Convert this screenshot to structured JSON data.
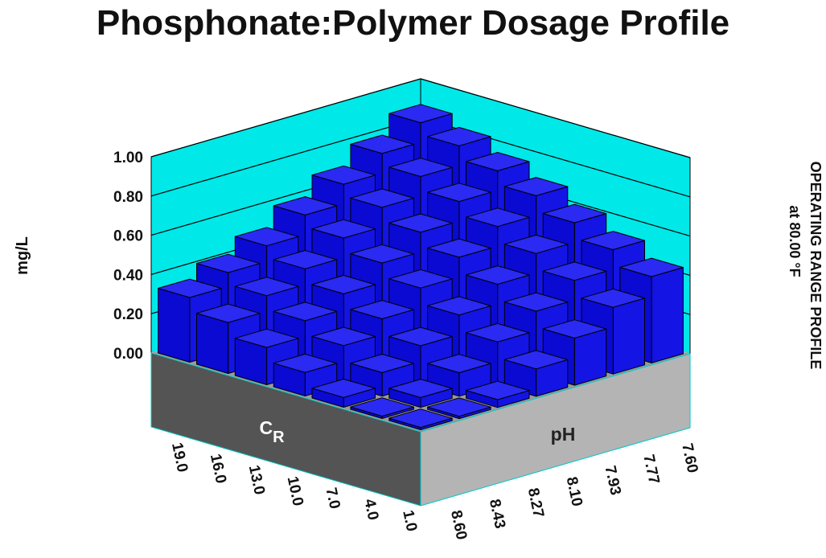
{
  "chart_data": {
    "type": "bar3d",
    "title": "Phosphonate:Polymer Dosage Profile",
    "zlabel": "mg/L",
    "side_label": [
      "OPERATING RANGE PROFILE",
      "at 80.00 °F"
    ],
    "axis_x_name": "C",
    "axis_x_subscript": "R",
    "axis_y_name": "pH",
    "zlim": [
      0,
      1.0
    ],
    "z_ticks": [
      "0.00",
      "0.20",
      "0.40",
      "0.60",
      "0.80",
      "1.00"
    ],
    "cr_ticks": [
      "19.0",
      "16.0",
      "13.0",
      "10.0",
      "7.0",
      "4.0",
      "1.0"
    ],
    "ph_ticks": [
      "8.60",
      "8.43",
      "8.27",
      "8.10",
      "7.93",
      "7.77",
      "7.60"
    ],
    "values": [
      [
        0.33,
        0.4,
        0.48,
        0.58,
        0.68,
        0.78,
        0.88
      ],
      [
        0.26,
        0.34,
        0.42,
        0.52,
        0.62,
        0.72,
        0.82
      ],
      [
        0.19,
        0.27,
        0.35,
        0.45,
        0.55,
        0.65,
        0.75
      ],
      [
        0.12,
        0.2,
        0.28,
        0.38,
        0.48,
        0.58,
        0.68
      ],
      [
        0.05,
        0.12,
        0.2,
        0.3,
        0.4,
        0.5,
        0.6
      ],
      [
        0.0,
        0.05,
        0.12,
        0.22,
        0.32,
        0.42,
        0.52
      ],
      [
        0.0,
        0.0,
        0.04,
        0.14,
        0.24,
        0.34,
        0.44
      ]
    ],
    "colors": {
      "bar_top": "#2a2af2",
      "bar_left": "#0a0ad2",
      "bar_right": "#1414e4",
      "wall": "#00e8e8",
      "wall_dark": "#00c0c0",
      "floor_left": "#545454",
      "floor_right": "#b4b4b4",
      "grid": "#000000"
    }
  }
}
